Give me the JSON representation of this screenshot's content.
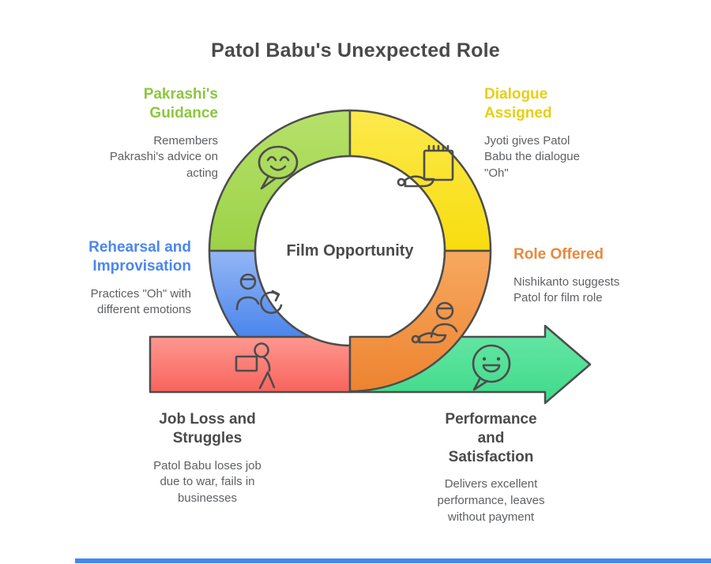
{
  "title": "Patol Babu's Unexpected Role",
  "center_label": "Film Opportunity",
  "steps": [
    {
      "name": "pakrashis-guidance",
      "heading": "Pakrashi's\nGuidance",
      "body": "Remembers\nPakrashi's advice on\nacting",
      "heading_color": "#8CC63F",
      "segment_color": "#A8DA54",
      "icon": "smiley-speech-bubble-icon"
    },
    {
      "name": "dialogue-assigned",
      "heading": "Dialogue\nAssigned",
      "body": "Jyoti gives Patol\nBabu the dialogue\n\"Oh\"",
      "heading_color": "#E7CF10",
      "segment_color": "#FAE32C",
      "icon": "hand-holding-notepad-icon"
    },
    {
      "name": "role-offered",
      "heading": "Role Offered",
      "body": "Nishikanto suggests\nPatol for film role",
      "heading_color": "#E8883D",
      "segment_color": "#F29550",
      "icon": "hand-presenting-person-icon"
    },
    {
      "name": "rehearsal-and-improvisation",
      "heading": "Rehearsal and\nImprovisation",
      "body": "Practices \"Oh\" with\ndifferent emotions",
      "heading_color": "#4A86F2",
      "segment_color": "#6D9FF0",
      "icon": "person-refresh-icon"
    },
    {
      "name": "job-loss-and-struggles",
      "heading": "Job Loss and\nStruggles",
      "body": "Patol Babu loses job\ndue to war, fails in\nbusinesses",
      "heading_color": "#4A4A4A",
      "segment_color": "#FB7E77",
      "icon": "person-carrying-box-icon"
    },
    {
      "name": "performance-and-satisfaction",
      "heading": "Performance\nand\nSatisfaction",
      "body": "Delivers excellent\nperformance, leaves\nwithout payment",
      "heading_color": "#4A4A4A",
      "segment_color": "#54E098",
      "icon": "winking-speech-bubble-icon"
    }
  ],
  "colors": {
    "outline": "#4D4D4D",
    "title_text": "#4A4A4A",
    "body_text": "#5E6063",
    "progress_bar": "#4285F4",
    "background": "#FFFFFF"
  }
}
